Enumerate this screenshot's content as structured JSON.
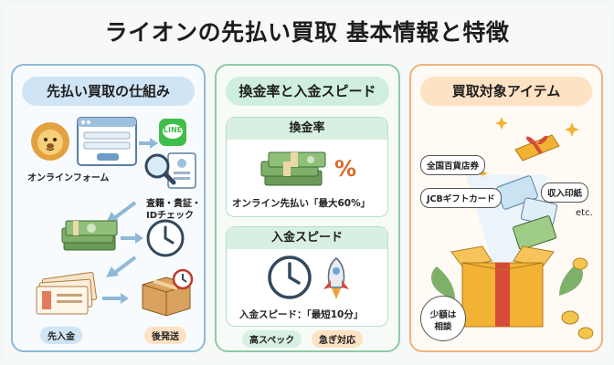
{
  "title": "ライオンの先払い買取 基本情報と特徴",
  "panel_flow": {
    "title": "先払い買取の仕組み",
    "online_form_label": "オンラインフォーム",
    "line_icon_text": "LINE",
    "review_label_line1": "査籍・貴証・",
    "review_label_line2": "IDチェック",
    "tag_prepay": "先入金",
    "tag_ship": "後発送"
  },
  "panel_speed": {
    "title": "換金率と入金スピード",
    "rate_heading": "換金率",
    "rate_text": "オンライン先払い「最大60%」",
    "percent_glyph": "%",
    "speed_heading": "入金スピード",
    "speed_text": "入金スピード：「最短10分」",
    "tag_spec": "高スペック",
    "tag_urgent": "急ぎ対応"
  },
  "panel_items": {
    "title": "買取対象アイテム",
    "item_1": "全国百貨店券",
    "item_2": "JCBギフトカード",
    "item_3": "収入印紙",
    "etc": "etc.",
    "small_line1": "少額は",
    "small_line2": "相談"
  },
  "colors": {
    "blue_border": "#8fb9d6",
    "green_border": "#8fcaa8",
    "orange_border": "#efb27e"
  }
}
